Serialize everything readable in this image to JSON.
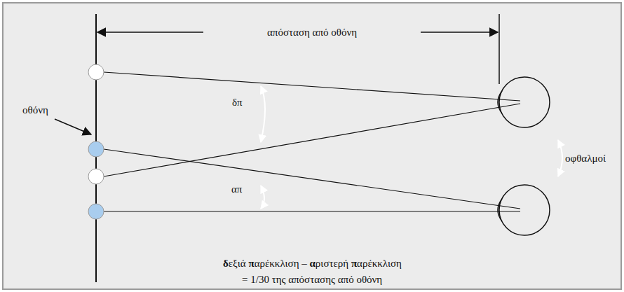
{
  "diagram": {
    "labels": [
      "απόσταση από οθόνη",
      "οθόνη",
      "δπ",
      "απ",
      "οφθαλμοί",
      "δεξιά παρέκκλιση – αριστερή παρέκκλιση",
      "= 1/30 της απόστασης από οθόνη"
    ]
  }
}
